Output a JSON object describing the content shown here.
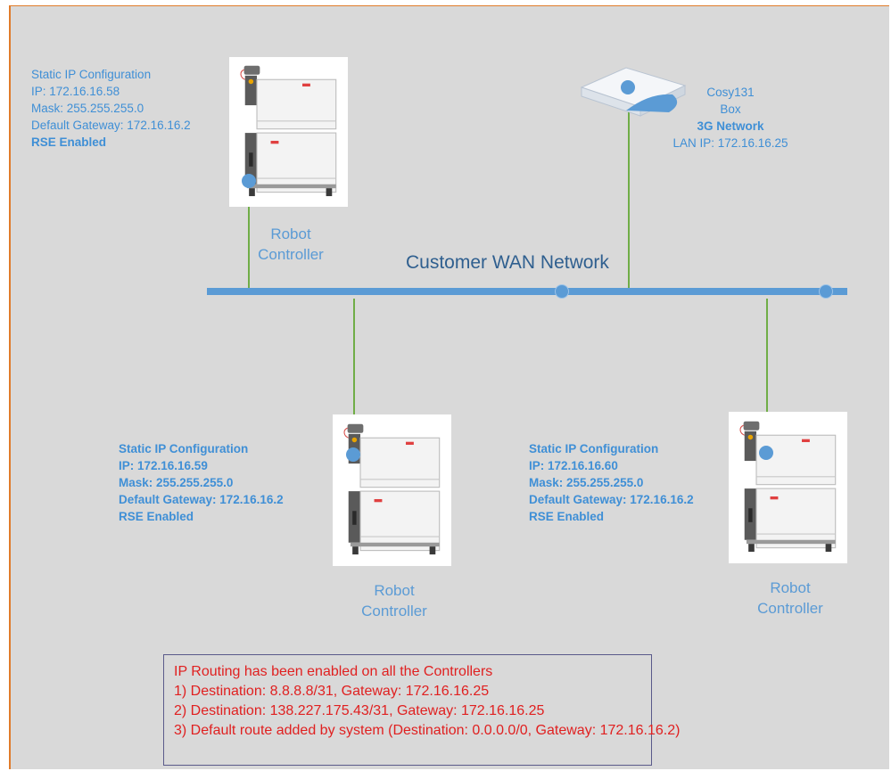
{
  "network": {
    "title": "Customer WAN Network"
  },
  "controllers": [
    {
      "config": [
        "Static IP Configuration",
        "IP: 172.16.16.58",
        "Mask: 255.255.255.0",
        "Default Gateway: 172.16.16.2",
        "RSE Enabled"
      ],
      "label": [
        "Robot",
        "Controller"
      ]
    },
    {
      "config": [
        "Static IP Configuration",
        "IP: 172.16.16.59",
        "Mask: 255.255.255.0",
        "Default Gateway: 172.16.16.2",
        "RSE Enabled"
      ],
      "label": [
        "Robot",
        "Controller"
      ]
    },
    {
      "config": [
        "Static IP Configuration",
        "IP: 172.16.16.60",
        "Mask: 255.255.255.0",
        "Default Gateway: 172.16.16.2",
        "RSE Enabled"
      ],
      "label": [
        "Robot",
        "Controller"
      ]
    }
  ],
  "gateway": {
    "lines": [
      "Cosy131",
      "Box",
      "3G Network",
      "LAN IP: 172.16.16.25"
    ]
  },
  "routing": {
    "lines": [
      "IP Routing has been enabled on all the Controllers",
      "1) Destination: 8.8.8.8/31, Gateway: 172.16.16.25",
      "2) Destination: 138.227.175.43/31, Gateway: 172.16.16.25",
      "3) Default route added by system (Destination: 0.0.0.0/0, Gateway: 172.16.16.2)"
    ]
  },
  "colors": {
    "node": "#5b9bd5",
    "link": "#70ad47",
    "text": "#3f8fd6",
    "note_text": "#e02020",
    "border": "#e07b2a"
  }
}
